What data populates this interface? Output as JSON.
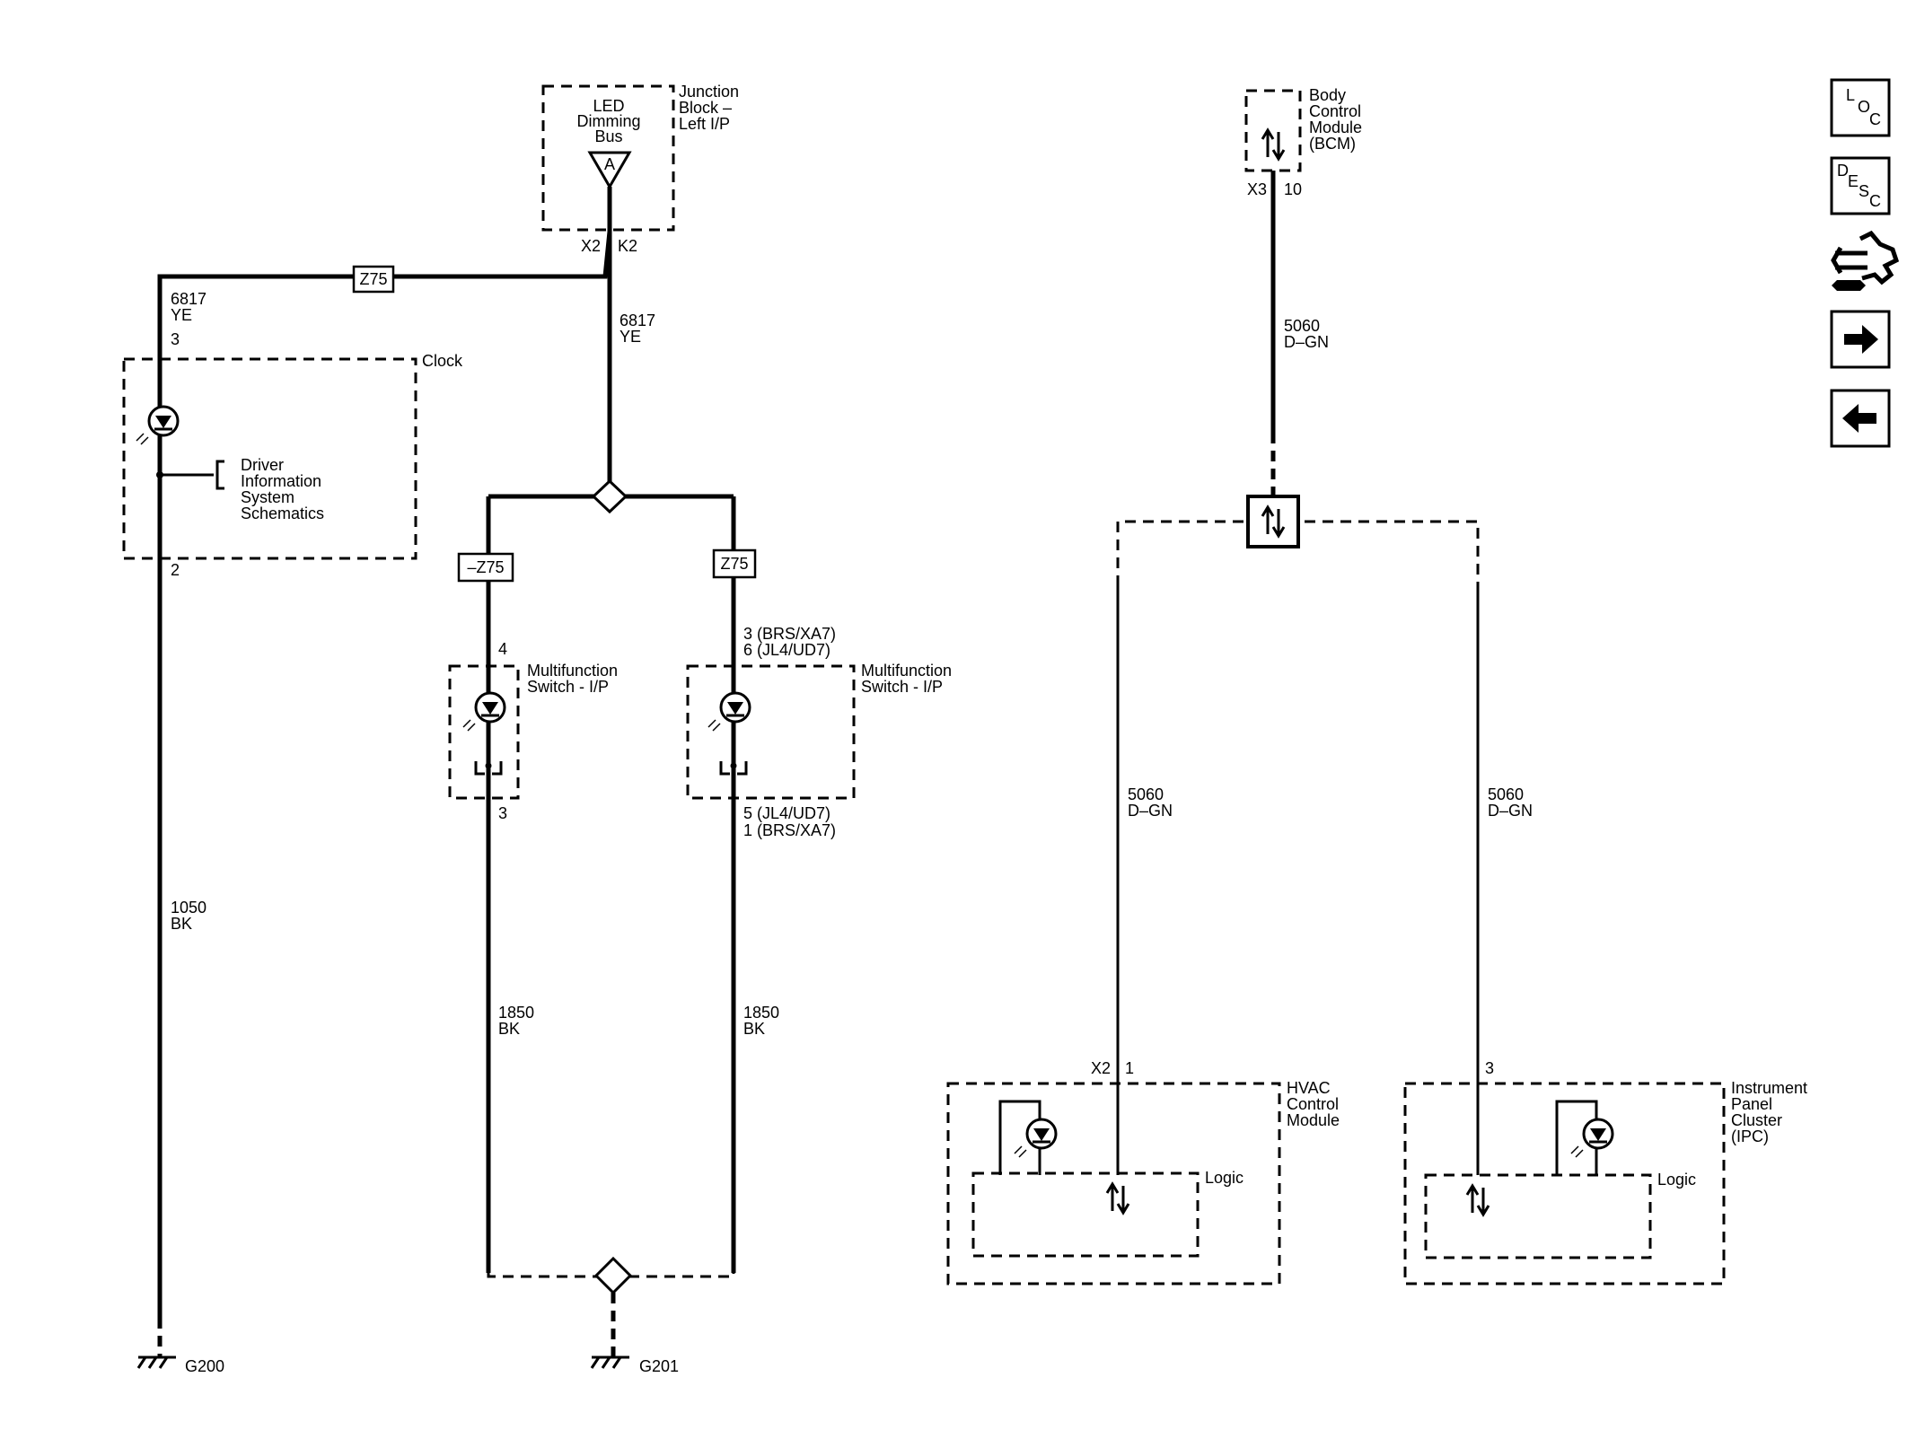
{
  "junction_block": {
    "name_lines": [
      "Junction",
      "Block –",
      "Left I/P"
    ],
    "bus_lines": [
      "LED",
      "Dimming",
      "Bus"
    ],
    "terminal": "A",
    "pin_x2": "X2",
    "pin_k2": "K2"
  },
  "option_z75": "Z75",
  "option_not_z75": "–Z75",
  "clock": {
    "name": "Clock",
    "circuit_top": [
      "6817",
      "YE"
    ],
    "pin_top": "3",
    "pin_bottom": "2",
    "ref_lines": [
      "Driver",
      "Information",
      "System",
      "Schematics"
    ],
    "ground_circuit": [
      "1050",
      "BK"
    ],
    "ground": "G200"
  },
  "main_feed": [
    "6817",
    "YE"
  ],
  "mfs_left": {
    "name_lines": [
      "Multifunction",
      "Switch - I/P"
    ],
    "pin_top": "4",
    "pin_bottom": "3",
    "ground_circuit": [
      "1850",
      "BK"
    ]
  },
  "mfs_right": {
    "name_lines": [
      "Multifunction",
      "Switch - I/P"
    ],
    "pin_top": [
      "3 (BRS/XA7)",
      "6 (JL4/UD7)"
    ],
    "pin_bottom": [
      "5 (JL4/UD7)",
      "1 (BRS/XA7)"
    ],
    "ground_circuit": [
      "1850",
      "BK"
    ]
  },
  "ground_g201": "G201",
  "bcm": {
    "name_lines": [
      "Body",
      "Control",
      "Module",
      "(BCM)"
    ],
    "pin_conn": "X3",
    "pin_num": "10",
    "circuit": [
      "5060",
      "D–GN"
    ]
  },
  "hvac": {
    "name_lines": [
      "HVAC",
      "Control",
      "Module"
    ],
    "pin_conn": "X2",
    "pin_num": "1",
    "circuit": [
      "5060",
      "D–GN"
    ],
    "logic": "Logic"
  },
  "ipc": {
    "name_lines": [
      "Instrument",
      "Panel",
      "Cluster",
      "(IPC)"
    ],
    "pin_num": "3",
    "circuit": [
      "5060",
      "D–GN"
    ],
    "logic": "Logic"
  },
  "nav": {
    "loc": [
      "L",
      "O",
      "C"
    ],
    "desc": [
      "D",
      "E",
      "S",
      "C"
    ]
  }
}
